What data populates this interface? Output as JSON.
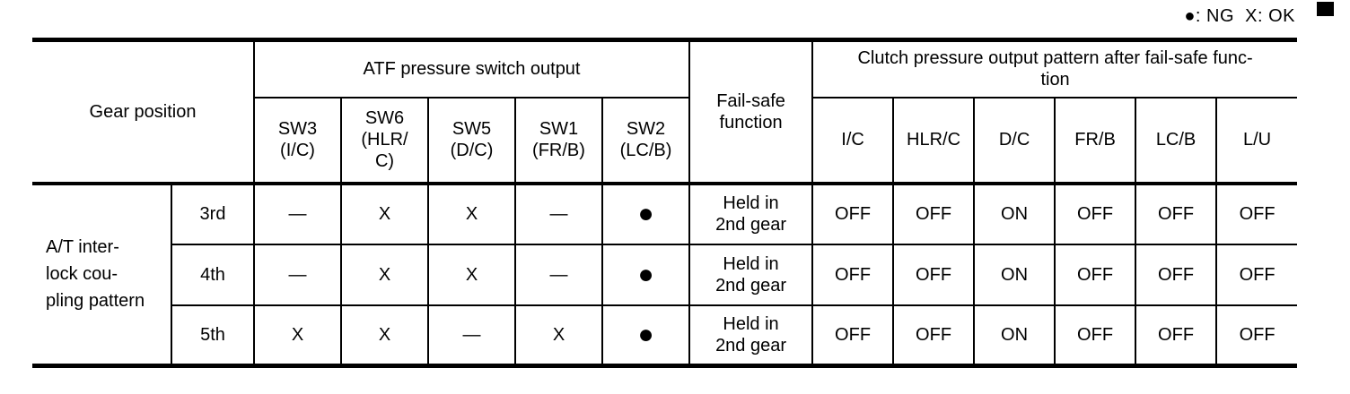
{
  "legend": {
    "text": "●: NG  X: OK"
  },
  "table": {
    "header": {
      "gear_position": "Gear position",
      "atf_group": "ATF pressure switch output",
      "fail_safe": "Fail-safe\nfunction",
      "clutch_group": "Clutch pressure output pattern after fail-safe func-\ntion",
      "switch_cols": [
        "SW3\n(I/C)",
        "SW6\n(HLR/\nC)",
        "SW5\n(D/C)",
        "SW1\n(FR/B)",
        "SW2\n(LC/B)"
      ],
      "clutch_cols": [
        "I/C",
        "HLR/C",
        "D/C",
        "FR/B",
        "LC/B",
        "L/U"
      ]
    },
    "row_group_label": "A/T inter-\nlock cou-\npling pattern",
    "rows": [
      {
        "gear": "3rd",
        "switches": [
          "—",
          "X",
          "X",
          "—",
          "●"
        ],
        "fail_safe": "Held in\n2nd gear",
        "clutch": [
          "OFF",
          "OFF",
          "ON",
          "OFF",
          "OFF",
          "OFF"
        ]
      },
      {
        "gear": "4th",
        "switches": [
          "—",
          "X",
          "X",
          "—",
          "●"
        ],
        "fail_safe": "Held in\n2nd gear",
        "clutch": [
          "OFF",
          "OFF",
          "ON",
          "OFF",
          "OFF",
          "OFF"
        ]
      },
      {
        "gear": "5th",
        "switches": [
          "X",
          "X",
          "—",
          "X",
          "●"
        ],
        "fail_safe": "Held in\n2nd gear",
        "clutch": [
          "OFF",
          "OFF",
          "ON",
          "OFF",
          "OFF",
          "OFF"
        ]
      }
    ]
  }
}
